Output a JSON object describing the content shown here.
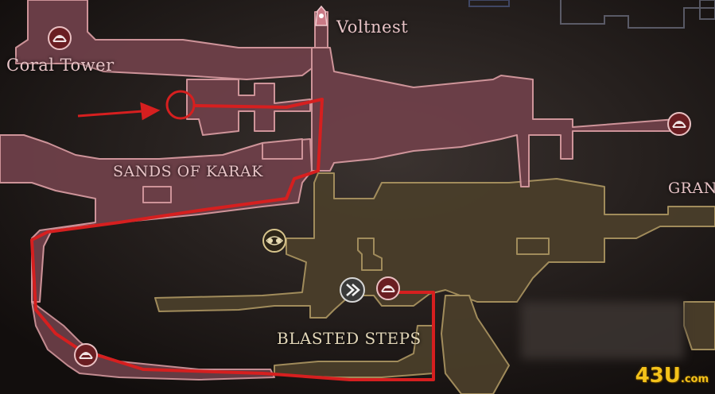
{
  "map": {
    "areas": {
      "coral_tower": "Coral Tower",
      "voltnest": "Voltnest",
      "sands_of_karak": "SANDS OF KARAK",
      "grand_partial": "GRAN",
      "blasted_steps": "BLASTED STEPS"
    },
    "icons": {
      "coral_bench": "bench-icon",
      "voltnest_marker": "crystal-spire-icon",
      "right_bench": "bench-icon",
      "gold_marker": "vendor-eye-icon",
      "fast_travel": "fast-travel-icon",
      "blasted_bench": "bench-icon",
      "bottom_bench": "bench-icon"
    },
    "colors": {
      "pink_region": "#6e4049",
      "pink_outline": "#d79aa0",
      "gold_region": "#4a3e2a",
      "gold_outline": "#a8925f",
      "route": "#d61f1f",
      "background": "#1a1514"
    }
  },
  "watermark": {
    "main": "43U",
    "suffix": ".com"
  }
}
